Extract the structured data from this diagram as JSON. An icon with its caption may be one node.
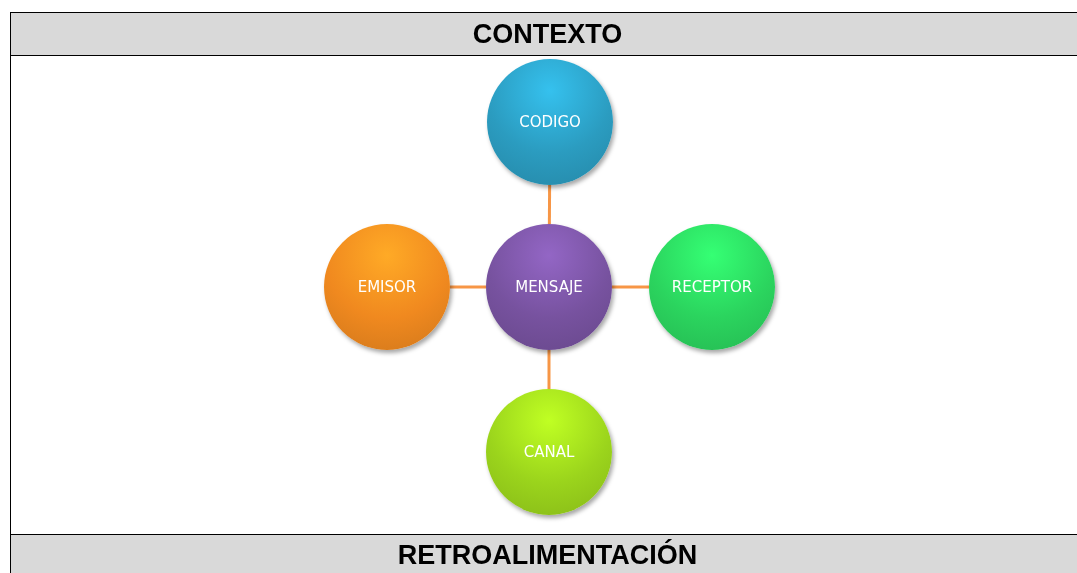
{
  "diagram": {
    "nodes": [
      {
        "text": [
          "CONTEXTO"
        ]
      },
      {
        "text": [
          "CODIGO"
        ]
      },
      {
        "text": [
          "EMISOR"
        ]
      },
      {
        "text": [
          "MENSAJE"
        ]
      },
      {
        "text": [
          "RECEPTOR"
        ]
      },
      {
        "text": [
          "CANAL"
        ]
      },
      {
        "text": [
          "RETROALIMENTACIÓN"
        ]
      }
    ],
    "edges": [
      {
        "from": 1,
        "to": 3,
        "arrow": "none"
      },
      {
        "from": 2,
        "to": 3,
        "arrow": "none"
      },
      {
        "from": 3,
        "to": 4,
        "arrow": "none"
      },
      {
        "from": 3,
        "to": 5,
        "arrow": "none"
      }
    ]
  }
}
